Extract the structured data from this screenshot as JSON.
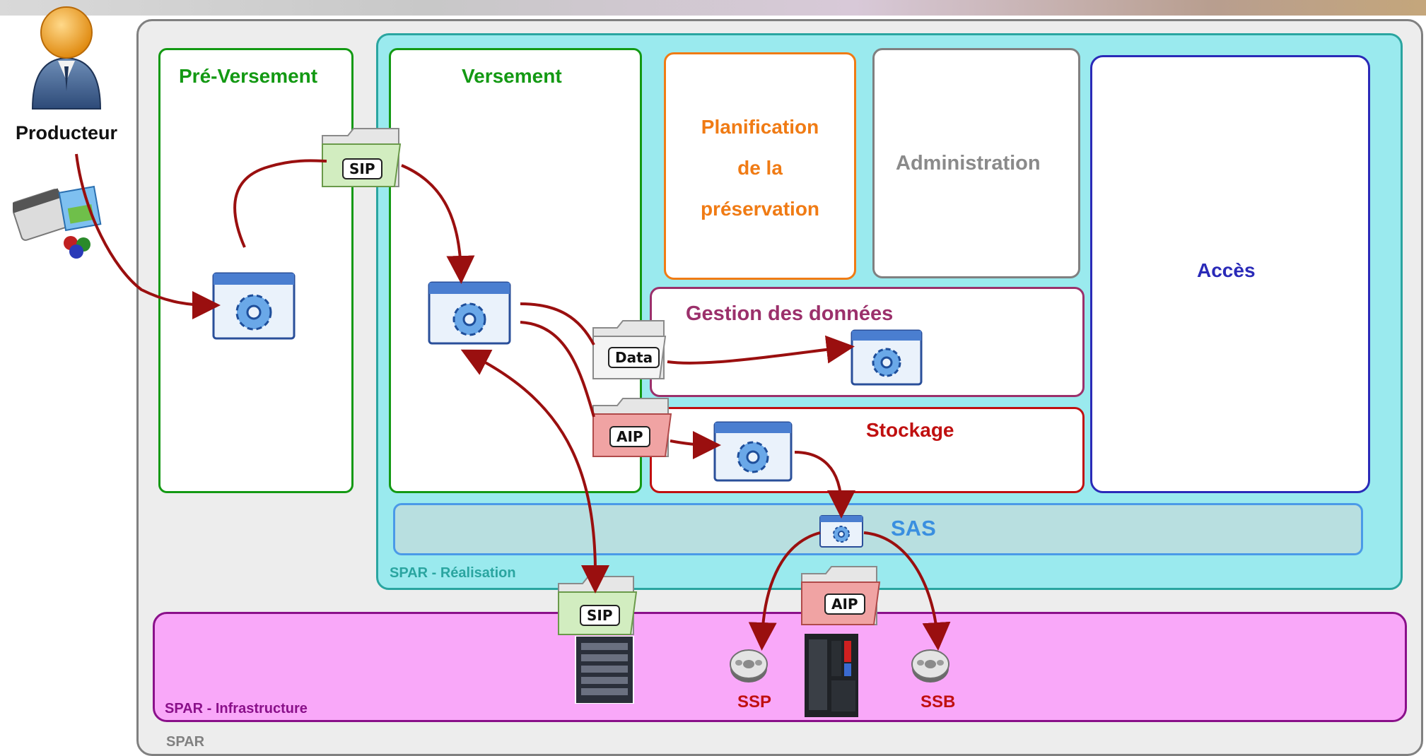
{
  "actor": {
    "label": "Producteur"
  },
  "zones": {
    "preversement": "Pré-Versement",
    "versement": "Versement",
    "planification": [
      "Planification",
      "de la",
      "préservation"
    ],
    "administration": "Administration",
    "acces": "Accès",
    "gestion": "Gestion des données",
    "stockage": "Stockage",
    "sas": "SAS",
    "realisation": "SPAR - Réalisation",
    "infrastructure": "SPAR - Infrastructure",
    "spar": "SPAR"
  },
  "packages": {
    "sip_top": "SIP",
    "data": "Data",
    "aip_mid": "AIP",
    "sip_bottom": "SIP",
    "aip_bottom": "AIP"
  },
  "storage": {
    "ssp": "SSP",
    "ssb": "SSB"
  },
  "colors": {
    "preversement": "#139913",
    "planification": "#f07b14",
    "administration": "#808080",
    "acces": "#2a2ab8",
    "gestion": "#9b306b",
    "stockage": "#c01010",
    "sas": "#4a9ae8",
    "realisation": "#2aa5a0",
    "infrastructure": "#8a108a",
    "arrow": "#9a0f0f"
  },
  "icons": [
    "user-icon",
    "media-files-icon",
    "gear-app-icon",
    "folder-icon",
    "server-rack-icon",
    "tape-reel-icon",
    "tape-library-icon"
  ]
}
